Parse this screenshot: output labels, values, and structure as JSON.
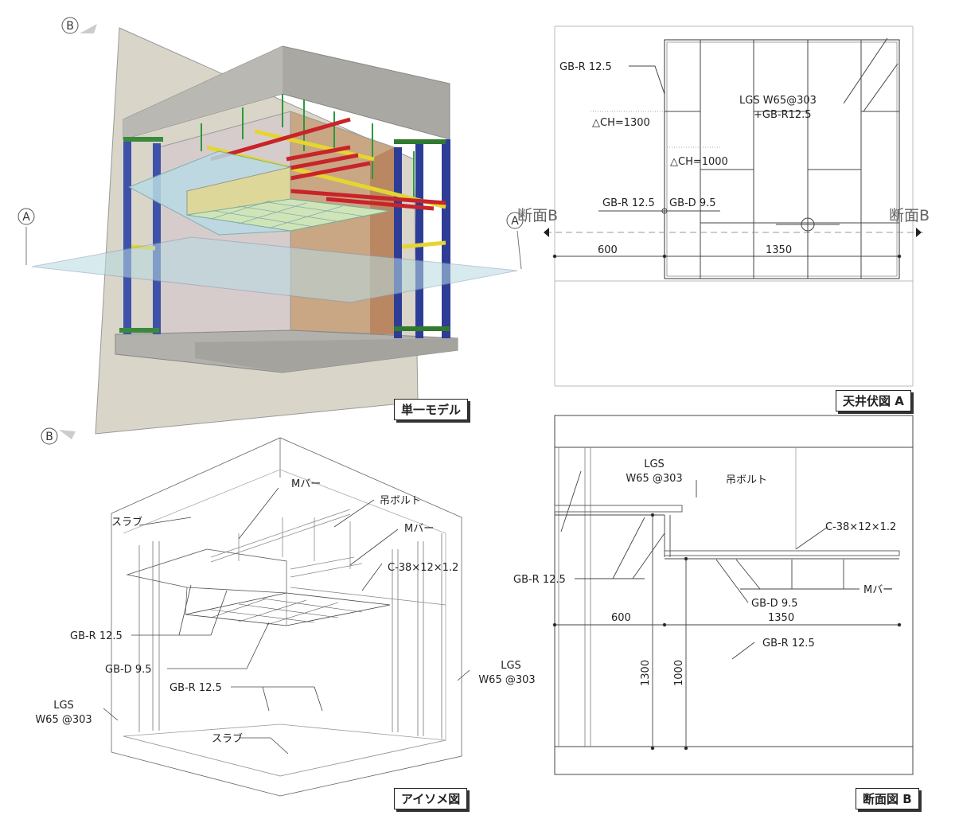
{
  "titles": {
    "single_model": "単一モデル",
    "ceiling_plan": "天井伏図 A",
    "isometric": "アイソメ図",
    "section": "断面図 B"
  },
  "section_marks": {
    "a": "A",
    "b": "B",
    "section_b": "断面B"
  },
  "plan": {
    "gbr": "GB-R 12.5",
    "lgs_line1": "LGS W65@303",
    "lgs_line2": "+GB-R12.5",
    "ch1300": "△CH=1300",
    "ch1000": "△CH=1000",
    "gbr_center": "GB-R 12.5",
    "gbd_center": "GB-D 9.5",
    "dim_600": "600",
    "dim_1350": "1350"
  },
  "iso": {
    "m_bar_1": "Mバー",
    "tsuri_bolt": "吊ボルト",
    "slab_top": "スラブ",
    "m_bar_2": "Mバー",
    "c_channel": "C-38×12×1.2",
    "gbr_1": "GB-R 12.5",
    "gbd": "GB-D 9.5",
    "gbr_2": "GB-R 12.5",
    "lgs_right_1": "LGS",
    "lgs_right_2": "W65 @303",
    "lgs_left_1": "LGS",
    "lgs_left_2": "W65 @303",
    "slab_bottom": "スラブ"
  },
  "section": {
    "lgs_1": "LGS",
    "lgs_2": "W65 @303",
    "tsuri_bolt": "吊ボルト",
    "c_channel": "C-38×12×1.2",
    "gbr_left": "GB-R 12.5",
    "gbd": "GB-D 9.5",
    "m_bar": "Mバー",
    "dim_600": "600",
    "dim_1350": "1350",
    "gbr_lower": "GB-R 12.5",
    "dim_1300": "1300",
    "dim_1000": "1000"
  }
}
